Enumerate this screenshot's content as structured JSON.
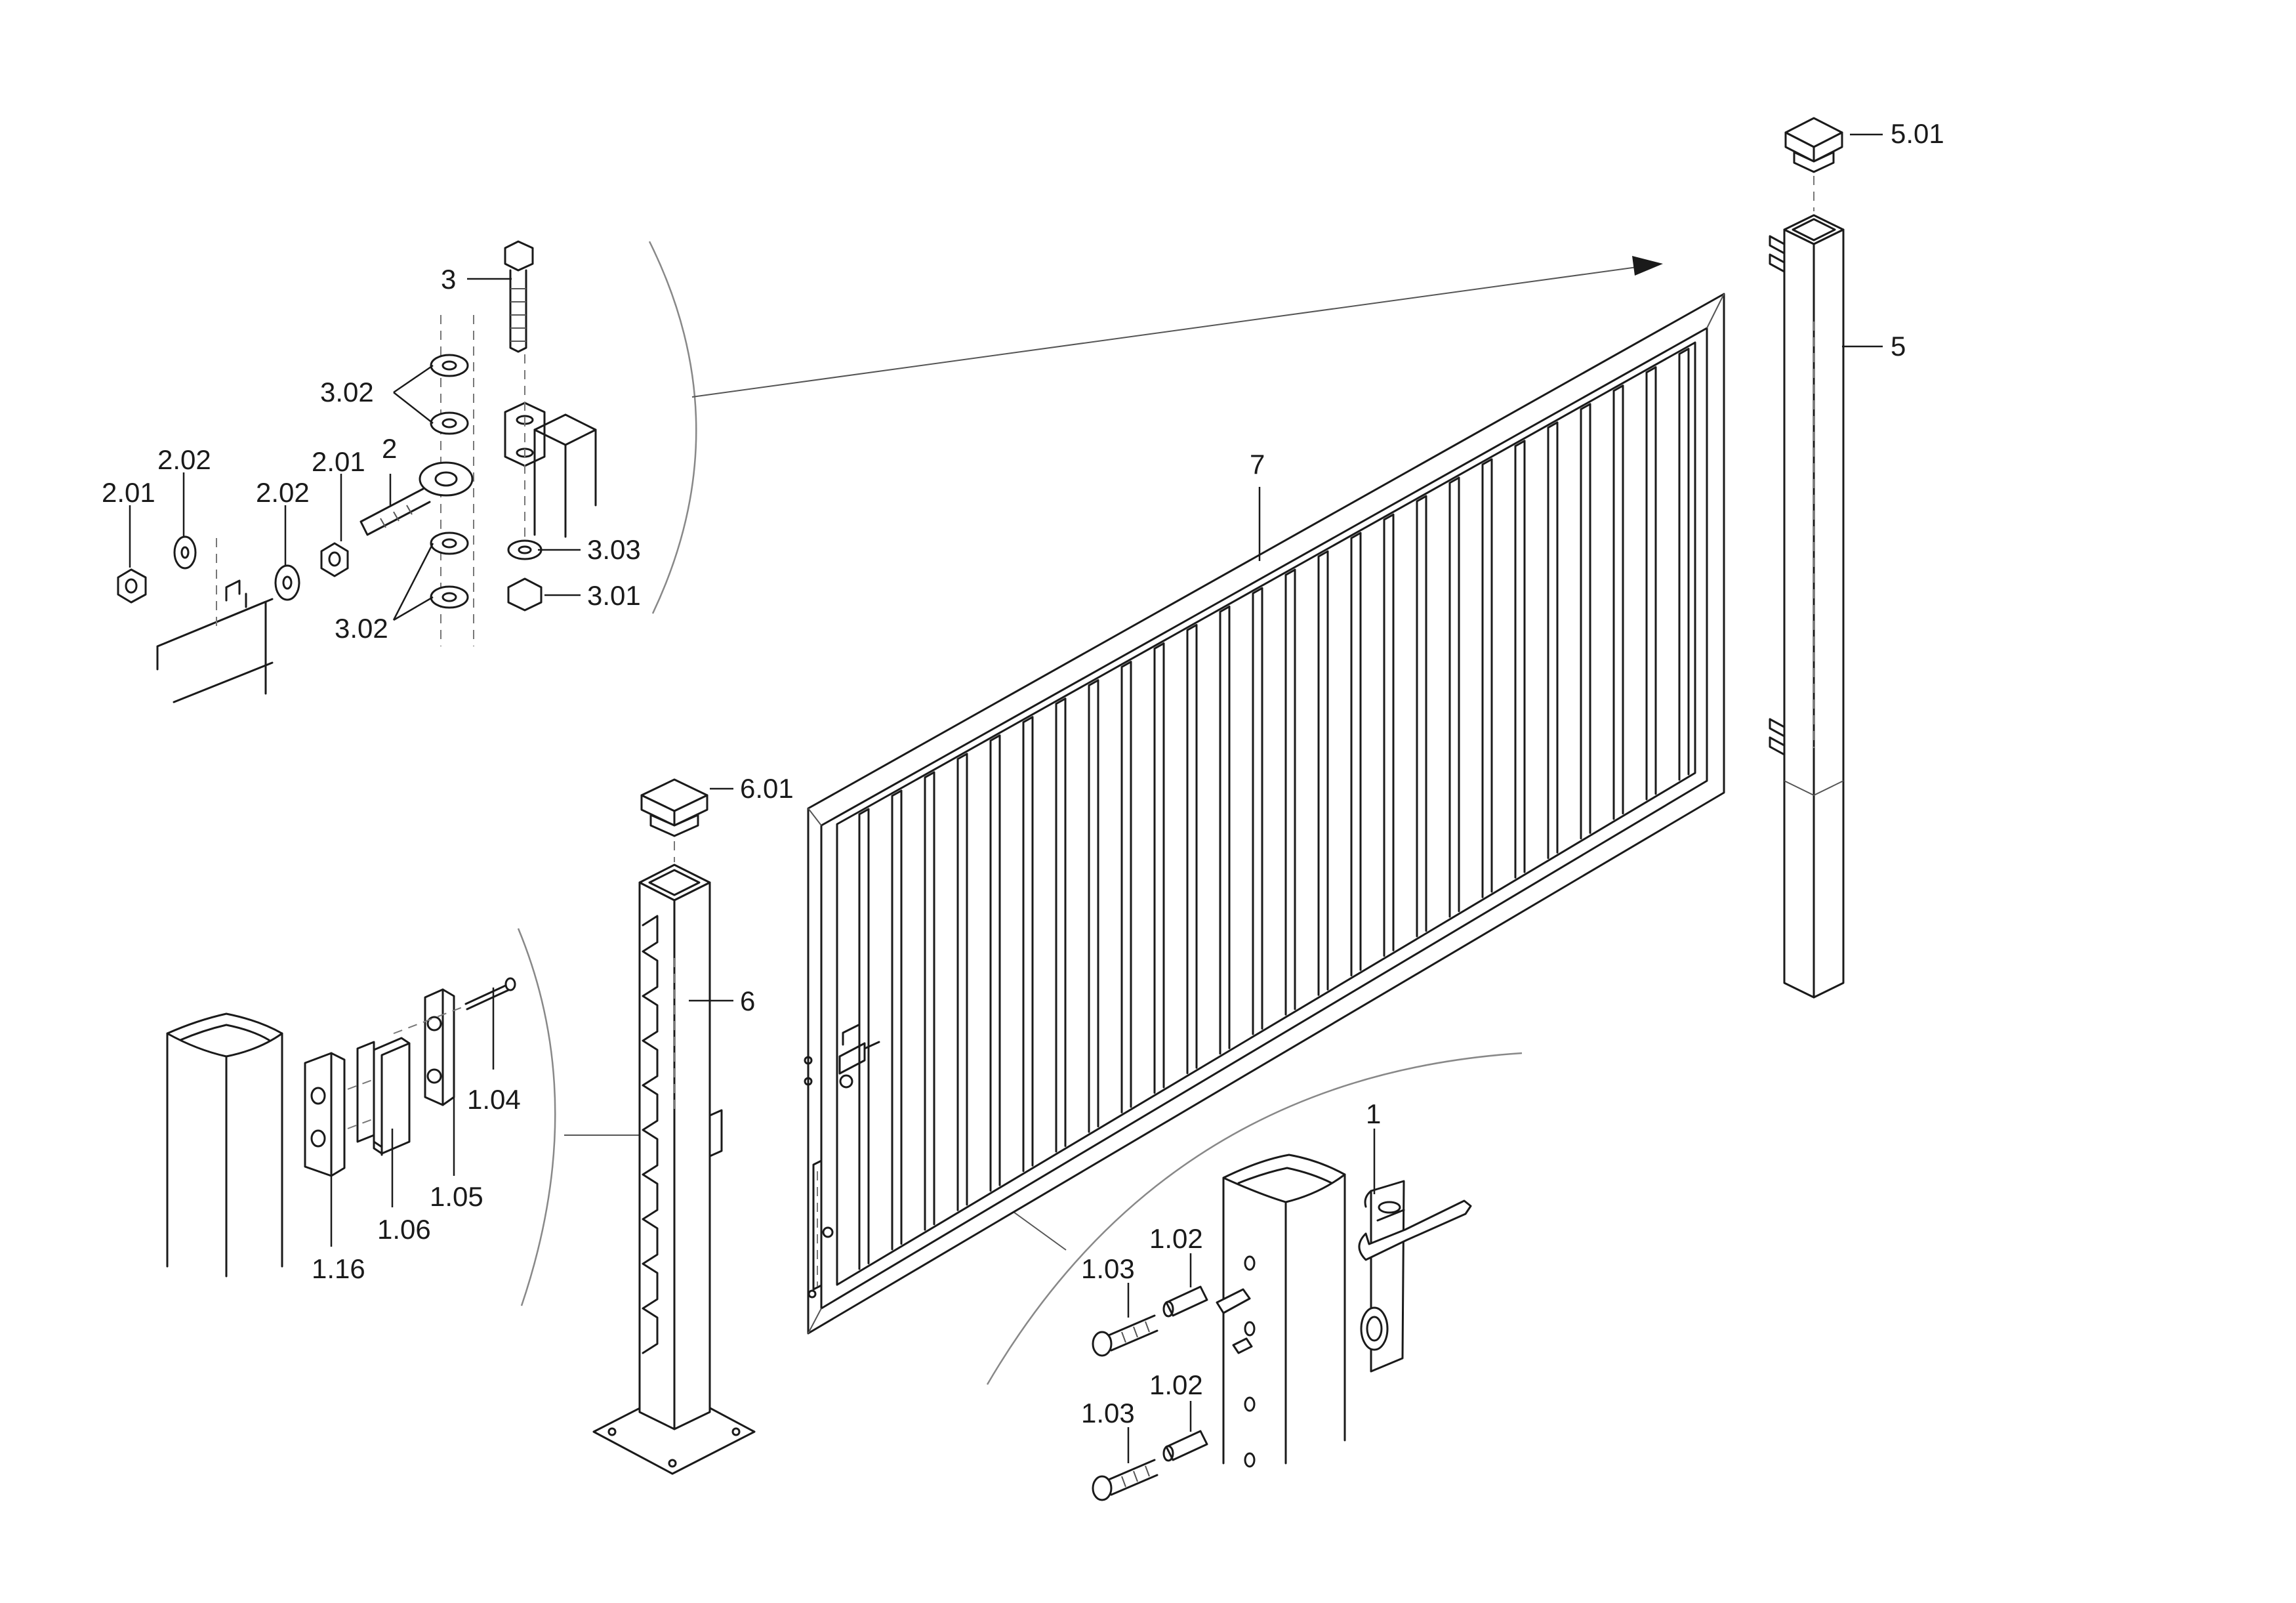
{
  "labels": {
    "l_5_01": "5.01",
    "l_5": "5",
    "l_7": "7",
    "l_6_01": "6.01",
    "l_6": "6",
    "l_3": "3",
    "l_3_02a": "3.02",
    "l_3_02b": "3.02",
    "l_3_03": "3.03",
    "l_3_01": "3.01",
    "l_2": "2",
    "l_2_01a": "2.01",
    "l_2_01b": "2.01",
    "l_2_02a": "2.02",
    "l_2_02b": "2.02",
    "l_1": "1",
    "l_1_02a": "1.02",
    "l_1_02b": "1.02",
    "l_1_03a": "1.03",
    "l_1_03b": "1.03",
    "l_1_04": "1.04",
    "l_1_05": "1.05",
    "l_1_06": "1.06",
    "l_1_16": "1.16"
  },
  "colors": {
    "line": "#1a1a1a",
    "background": "#ffffff"
  }
}
